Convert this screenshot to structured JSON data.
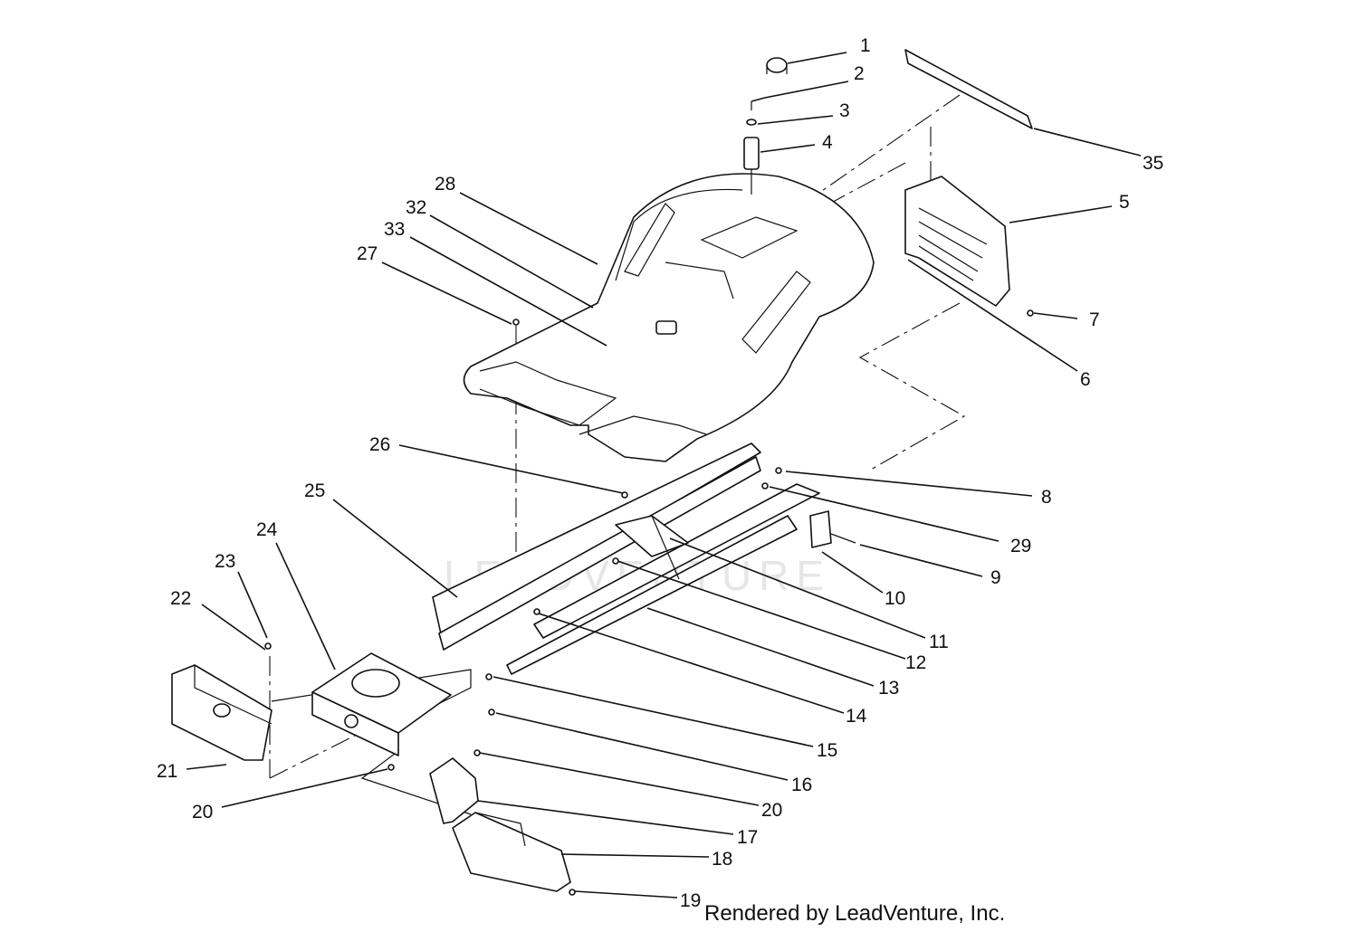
{
  "watermark": "LEADVENTURE",
  "credit": "Rendered by LeadVenture, Inc.",
  "callouts": [
    {
      "id": "c1",
      "label": "1"
    },
    {
      "id": "c2",
      "label": "2"
    },
    {
      "id": "c3",
      "label": "3"
    },
    {
      "id": "c4",
      "label": "4"
    },
    {
      "id": "c35",
      "label": "35"
    },
    {
      "id": "c5",
      "label": "5"
    },
    {
      "id": "c7",
      "label": "7"
    },
    {
      "id": "c6",
      "label": "6"
    },
    {
      "id": "c28",
      "label": "28"
    },
    {
      "id": "c32",
      "label": "32"
    },
    {
      "id": "c33",
      "label": "33"
    },
    {
      "id": "c27",
      "label": "27"
    },
    {
      "id": "c26",
      "label": "26"
    },
    {
      "id": "c8",
      "label": "8"
    },
    {
      "id": "c29",
      "label": "29"
    },
    {
      "id": "c9",
      "label": "9"
    },
    {
      "id": "c10",
      "label": "10"
    },
    {
      "id": "c11",
      "label": "11"
    },
    {
      "id": "c12",
      "label": "12"
    },
    {
      "id": "c13",
      "label": "13"
    },
    {
      "id": "c14",
      "label": "14"
    },
    {
      "id": "c25",
      "label": "25"
    },
    {
      "id": "c24",
      "label": "24"
    },
    {
      "id": "c23",
      "label": "23"
    },
    {
      "id": "c22",
      "label": "22"
    },
    {
      "id": "c21",
      "label": "21"
    },
    {
      "id": "c20a",
      "label": "20"
    },
    {
      "id": "c15",
      "label": "15"
    },
    {
      "id": "c16",
      "label": "16"
    },
    {
      "id": "c20b",
      "label": "20"
    },
    {
      "id": "c17",
      "label": "17"
    },
    {
      "id": "c18",
      "label": "18"
    },
    {
      "id": "c19",
      "label": "19"
    }
  ]
}
